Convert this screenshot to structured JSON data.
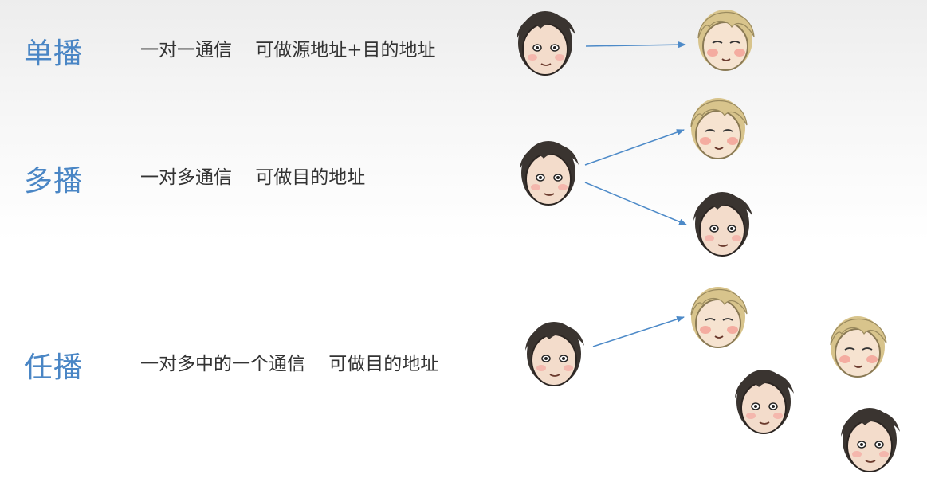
{
  "rows": [
    {
      "title": "单播",
      "desc": "一对一通信    可做源地址+目的地址"
    },
    {
      "title": "多播",
      "desc": "一对多通信    可做目的地址"
    },
    {
      "title": "任播",
      "desc": "一对多中的一个通信    可做目的地址"
    }
  ],
  "colors": {
    "title": "#4a86c5",
    "arrow": "#4d8ac8",
    "dark_hair": "#3a3430",
    "blond_hair": "#d8c48c",
    "skin": "#f3dccb"
  },
  "faces": [
    {
      "type": "dark"
    },
    {
      "type": "blond"
    },
    {
      "type": "dark"
    },
    {
      "type": "blond"
    },
    {
      "type": "dark"
    },
    {
      "type": "dark"
    },
    {
      "type": "blond"
    },
    {
      "type": "blond"
    },
    {
      "type": "dark"
    },
    {
      "type": "dark"
    }
  ]
}
